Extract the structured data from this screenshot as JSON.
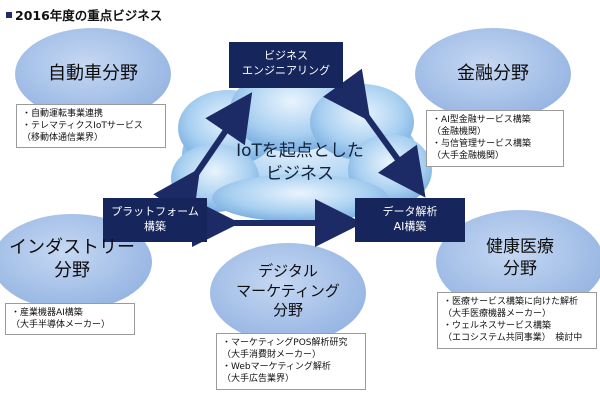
{
  "title": "2016年度の重点ビジネス",
  "colors": {
    "title_marker": "#1f2d6b",
    "sector_bubble": "#a9c3e9",
    "hub_box": "#16265c",
    "cloud": "#9cc6ec",
    "arrow": "#1c2b66"
  },
  "center": {
    "line1": "IoTを起点とした",
    "line2": "ビジネス"
  },
  "hubs": {
    "business_engineering": {
      "line1": "ビジネス",
      "line2": "エンジニアリング"
    },
    "platform": {
      "line1": "プラットフォーム",
      "line2": "構築"
    },
    "data_analysis": {
      "line1": "データ解析",
      "line2": "AI構築"
    }
  },
  "sectors": {
    "automotive": {
      "name": "自動車分野",
      "notes": [
        "・自動運転事業連携",
        "・テレマティクスIoTサービス",
        "（移動体通信業界）"
      ]
    },
    "finance": {
      "name": "金融分野",
      "notes": [
        "・AI型金融サービス構築",
        "（金融機関）",
        "・与信管理サービス構築",
        "（大手金融機関）"
      ]
    },
    "industry": {
      "name_line1": "インダストリー",
      "name_line2": "分野",
      "notes": [
        "・産業機器AI構築",
        "（大手半導体メーカー）"
      ]
    },
    "digital_marketing": {
      "name_line1": "デジタル",
      "name_line2": "マーケティング",
      "name_line3": "分野",
      "notes": [
        "・マーケティングPOS解析研究",
        "（大手消費財メーカー）",
        "・Webマーケティング解析",
        "（大手広告業界）"
      ]
    },
    "healthcare": {
      "name_line1": "健康医療",
      "name_line2": "分野",
      "notes": [
        "・医療サービス構築に向けた解析",
        "（大手医療機器メーカー）",
        "・ウェルネスサービス構築",
        "（エコシステム共同事業）　検討中"
      ]
    }
  }
}
